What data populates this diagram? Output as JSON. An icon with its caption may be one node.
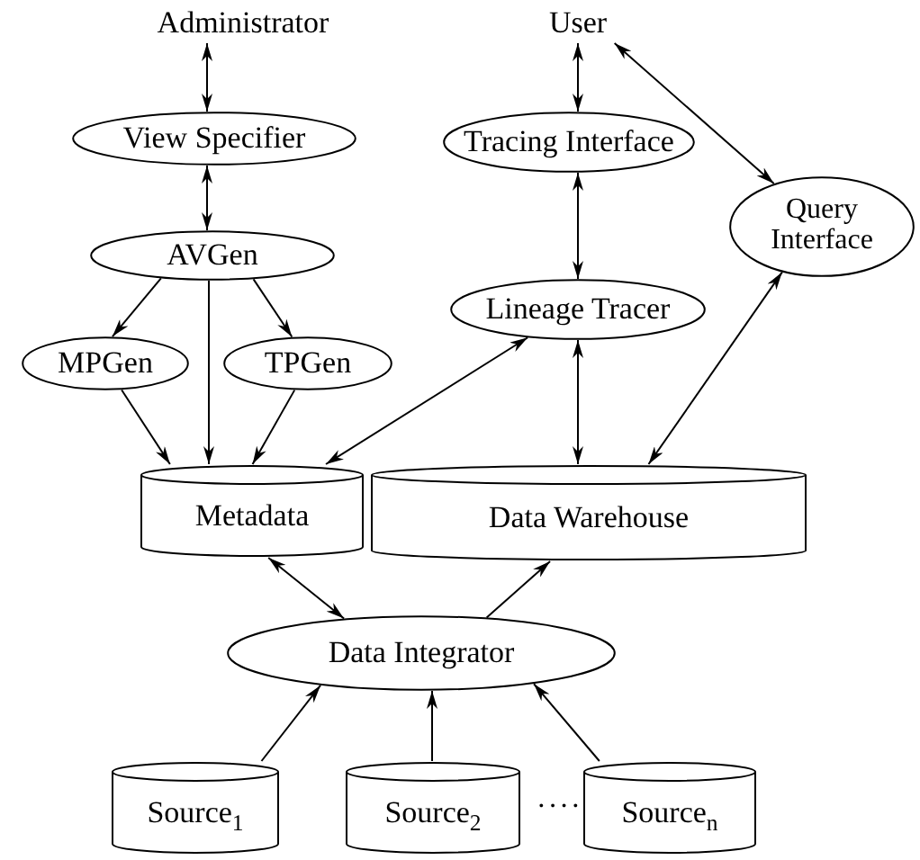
{
  "diagram": {
    "nodes": [
      {
        "text": [
          "Administrator"
        ]
      },
      {
        "text": [
          "User"
        ]
      },
      {
        "text": [
          "View Specifier"
        ]
      },
      {
        "text": [
          "Tracing Interface"
        ]
      },
      {
        "text": [
          "Query Interface"
        ]
      },
      {
        "text": [
          "AVGen"
        ]
      },
      {
        "text": [
          "Lineage Tracer"
        ]
      },
      {
        "text": [
          "MPGen"
        ]
      },
      {
        "text": [
          "TPGen"
        ]
      },
      {
        "text": [
          "Metadata"
        ]
      },
      {
        "text": [
          "Data Warehouse"
        ]
      },
      {
        "text": [
          "Data Integrator"
        ]
      },
      {
        "text": [
          "Source$_{1}$"
        ]
      },
      {
        "text": [
          "Source$_{2}$"
        ]
      },
      {
        "text": [
          "Source$_{n}$"
        ]
      }
    ],
    "edges": [
      {
        "from": 0,
        "to": 2,
        "arrow": "both"
      },
      {
        "from": 2,
        "to": 5,
        "arrow": "both"
      },
      {
        "from": 1,
        "to": 3,
        "arrow": "both"
      },
      {
        "from": 1,
        "to": 4,
        "arrow": "both"
      },
      {
        "from": 3,
        "to": 6,
        "arrow": "both"
      },
      {
        "from": 5,
        "to": 7,
        "arrow": "to"
      },
      {
        "from": 5,
        "to": 8,
        "arrow": "to"
      },
      {
        "from": 5,
        "to": 9,
        "arrow": "to"
      },
      {
        "from": 7,
        "to": 9,
        "arrow": "to"
      },
      {
        "from": 8,
        "to": 9,
        "arrow": "to"
      },
      {
        "from": 9,
        "to": 6,
        "arrow": "both"
      },
      {
        "from": 6,
        "to": 10,
        "arrow": "both"
      },
      {
        "from": 4,
        "to": 10,
        "arrow": "both"
      },
      {
        "from": 9,
        "to": 11,
        "arrow": "both"
      },
      {
        "from": 11,
        "to": 10,
        "arrow": "to"
      },
      {
        "from": 12,
        "to": 11,
        "arrow": "to"
      },
      {
        "from": 13,
        "to": 11,
        "arrow": "to"
      },
      {
        "from": 14,
        "to": 11,
        "arrow": "to"
      }
    ],
    "labels": [
      "····"
    ]
  }
}
